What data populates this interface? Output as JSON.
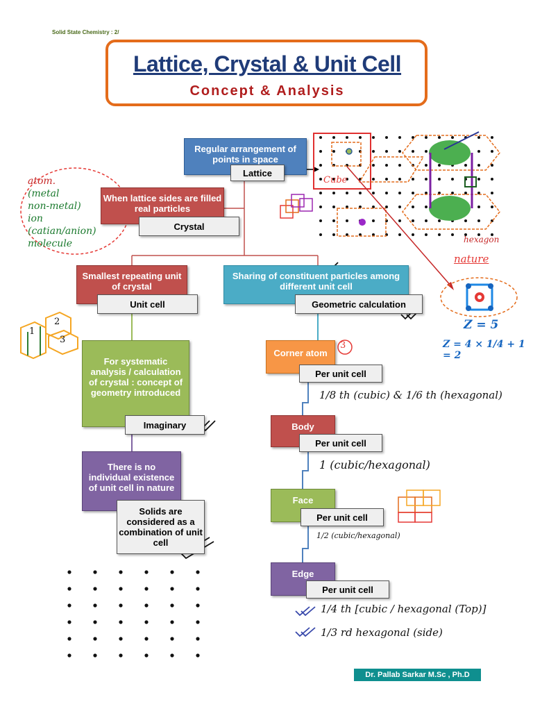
{
  "header": {
    "series_label": "Solid State Chemistry : 2/"
  },
  "title": {
    "main": "Lattice, Crystal & Unit Cell",
    "subtitle": "Concept & Analysis"
  },
  "flow": {
    "lattice_def": "Regular arrangement of points in space",
    "lattice_label": "Lattice",
    "crystal_def": "When lattice sides are filled real particles",
    "crystal_label": "Crystal",
    "unitcell_def": "Smallest repeating unit of crystal",
    "unitcell_label": "Unit cell",
    "sharing_def": "Sharing of constituent particles among different unit cell",
    "geometric_label": "Geometric calculation",
    "systematic_def": "For systematic analysis / calculation of crystal : concept of geometry introduced",
    "imaginary_label": "Imaginary",
    "no_existence_def": "There is no individual existence of unit cell in nature",
    "solids_def": "Solids are considered as a combination of unit cell",
    "corner_label": "Corner atom",
    "body_label": "Body",
    "face_label": "Face",
    "edge_label": "Edge",
    "per_unit_cell": "Per unit cell"
  },
  "handwritten": {
    "particles_list": [
      "atom.",
      "(metal",
      "non-metal)",
      "ion",
      "(catian/anion)",
      "molecule"
    ],
    "cube_label": "Cube",
    "hexagon_label": "hexagon",
    "nature_label": "nature",
    "z_eq": "Z = 5",
    "z_calc": "Z = 4 × 1/4 + 1 = 2",
    "corner_note": "1/8 th (cubic) & 1/6 th (hexagonal)",
    "body_note": "1 (cubic/hexagonal)",
    "face_note": "1/2 (cubic/hexagonal)",
    "edge_note_1": "1/4 th [cubic / hexagonal (Top)]",
    "edge_note_2": "1/3 rd hexagonal (side)",
    "stack_labels": [
      "1",
      "2",
      "3"
    ],
    "circled_number": "3"
  },
  "footer": {
    "author": "Dr. Pallab Sarkar M.Sc , Ph.D"
  },
  "colors": {
    "title_border": "#e46c1b",
    "title_text": "#1f3b78",
    "subtitle_text": "#b01d1d",
    "footer_bg": "#0f8f8f"
  }
}
